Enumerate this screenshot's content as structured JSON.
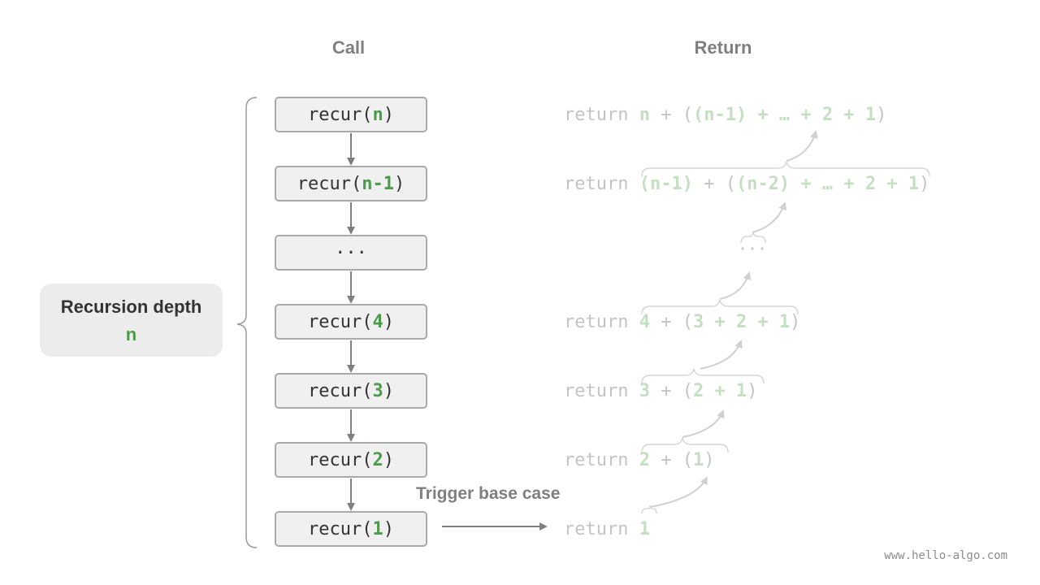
{
  "headers": {
    "call": "Call",
    "return": "Return"
  },
  "depth": {
    "title": "Recursion depth",
    "value": "n"
  },
  "calls": [
    {
      "fn": "recur(",
      "arg": "n",
      "close": ")"
    },
    {
      "fn": "recur(",
      "arg": "n-1",
      "close": ")"
    },
    {
      "fn": "···",
      "arg": "",
      "close": ""
    },
    {
      "fn": "recur(",
      "arg": "4",
      "close": ")"
    },
    {
      "fn": "recur(",
      "arg": "3",
      "close": ")"
    },
    {
      "fn": "recur(",
      "arg": "2",
      "close": ")"
    },
    {
      "fn": "recur(",
      "arg": "1",
      "close": ")"
    }
  ],
  "returns": [
    {
      "kw": "return ",
      "head": "n",
      "mid": " + (",
      "tail": "(n-1) + … + 2 + 1",
      "end": ")"
    },
    {
      "kw": "return ",
      "head": "(n-1)",
      "mid": " + (",
      "tail": "(n-2) + … + 2 + 1",
      "end": ")"
    },
    {
      "kw": "return ",
      "head": "4",
      "mid": " + (",
      "tail": "3 + 2 + 1",
      "end": ")"
    },
    {
      "kw": "return ",
      "head": "3",
      "mid": " + (",
      "tail": "2 + 1",
      "end": ")"
    },
    {
      "kw": "return ",
      "head": "2",
      "mid": " + (",
      "tail": "1",
      "end": ")"
    },
    {
      "kw": "return ",
      "head": "1",
      "mid": "",
      "tail": "",
      "end": ""
    }
  ],
  "returns_ellipsis": "···",
  "trigger_label": "Trigger base case",
  "watermark": "www.hello-algo.com",
  "colors": {
    "accent_green": "#4e9a4b",
    "faded_green": "#c5dfc3",
    "arrow": "#808080",
    "faded_arrow": "#d0d0d0"
  }
}
